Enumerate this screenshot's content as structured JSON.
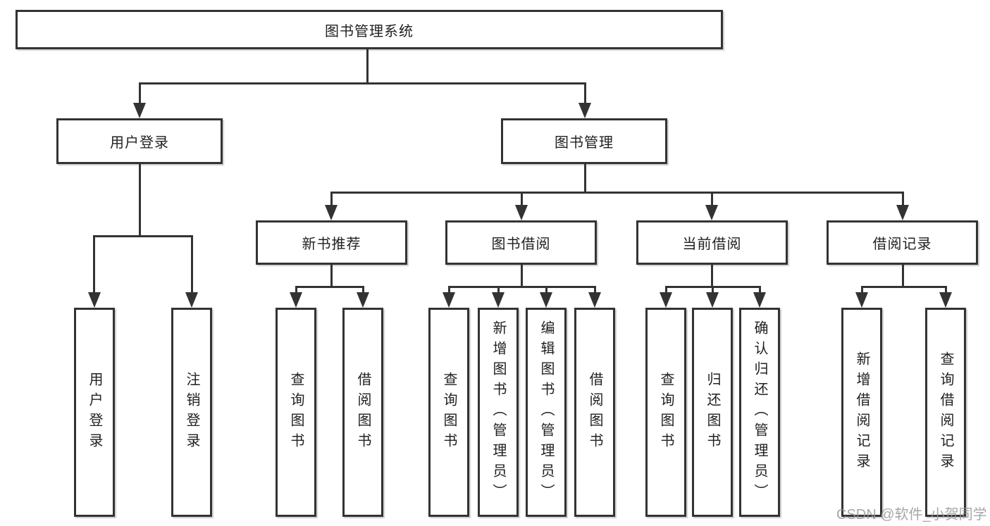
{
  "colors": {
    "line": "#333333",
    "box_border": "#333333",
    "box_fill": "#ffffff",
    "text": "#212121",
    "watermark": "#969696",
    "background": "#ffffff"
  },
  "watermark": "CSDN @软件_小贺同学",
  "tree": {
    "root": "图书管理系统",
    "branches": [
      {
        "label": "用户登录",
        "children": [
          "用户登录",
          "注销登录"
        ]
      },
      {
        "label": "图书管理",
        "groups": [
          {
            "label": "新书推荐",
            "children": [
              "查询图书",
              "借阅图书"
            ]
          },
          {
            "label": "图书借阅",
            "children": [
              "查询图书",
              "新增图书（管理员）",
              "编辑图书（管理员）",
              "借阅图书"
            ]
          },
          {
            "label": "当前借阅",
            "children": [
              "查询图书",
              "归还图书",
              "确认归还（管理员）"
            ]
          },
          {
            "label": "借阅记录",
            "children": [
              "新增借阅记录",
              "查询借阅记录"
            ]
          }
        ]
      }
    ]
  }
}
